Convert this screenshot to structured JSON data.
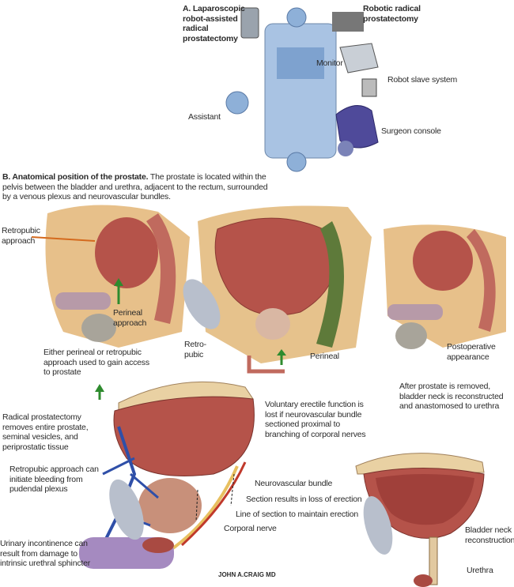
{
  "panel_a": {
    "title_laparoscopic": "A. Laparoscopic robot-assisted radical prostatectomy",
    "title_robotic": "Robotic radical prostatectomy",
    "labels": {
      "monitor": "Monitor",
      "robot_slave_system": "Robot slave system",
      "assistant": "Assistant",
      "surgeon_console": "Surgeon console"
    }
  },
  "panel_b": {
    "heading_bold": "B. Anatomical position of the prostate.",
    "heading_text": " The prostate is located within the pelvis between the bladder and urethra, adjacent to the rectum, surrounded by a venous plexus and neurovascular bundles.",
    "left": {
      "retropubic_approach": "Retropubic approach",
      "perineal_approach": "Perineal approach",
      "caption": "Either perineal or retropubic approach used to gain access to prostate"
    },
    "center": {
      "retropubic": "Retro-pubic",
      "perineal": "Perineal"
    },
    "right": {
      "postoperative": "Postoperative appearance"
    }
  },
  "lower": {
    "radical": "Radical prostatectomy removes entire prostate, seminal vesicles, and periprostatic tissue",
    "retropubic_bleeding": "Retropubic approach can initiate bleeding from pudendal plexus",
    "incontinence": "Urinary  incontinence can result from damage to intrinsic urethral sphincter",
    "voluntary": "Voluntary erectile function is lost if neurovascular bundle sectioned proximal to branching of corporal nerves",
    "neurovascular_bundle": "Neurovascular bundle",
    "section_loss": "Section results in loss of erection",
    "line_of_section": "Line of section to maintain erection",
    "corporal_nerve": "Corporal nerve",
    "after_removal": "After prostate is removed, bladder neck is reconstructed and anastomosed to urethra",
    "bladder_neck": "Bladder neck reconstruction",
    "urethra": "Urethra",
    "signature": "JOHN A.CRAIG MD"
  },
  "colors": {
    "bladder": "#b5534a",
    "fat": "#e8c89a",
    "vein": "#2f4fa8",
    "nerve": "#e8c060",
    "arrow": "#2e8b2e",
    "bone": "#b8bfcc"
  }
}
